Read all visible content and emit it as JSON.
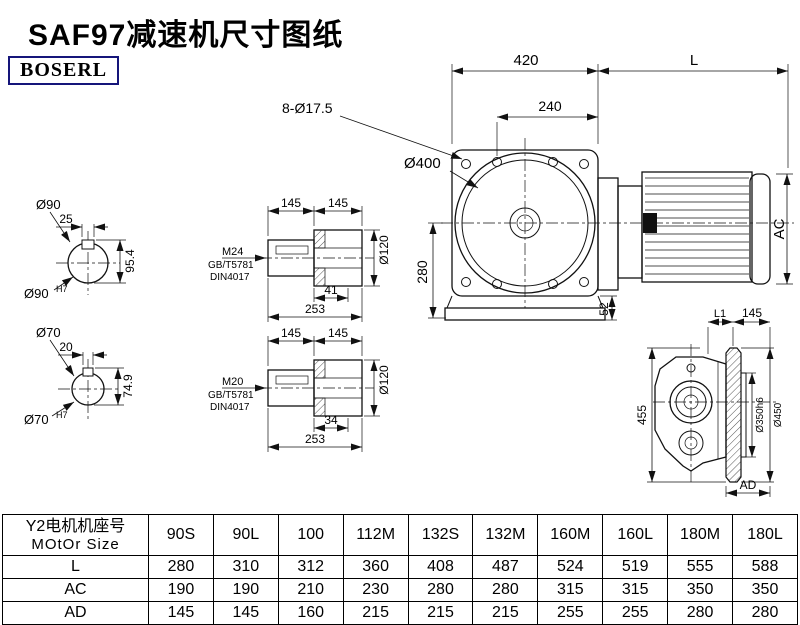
{
  "page": {
    "title": "SAF97减速机尺寸图纸",
    "brand": "BOSERL"
  },
  "drawing": {
    "shaft90": {
      "dia": "Ø90",
      "key_width": "25",
      "height": "95.4",
      "bore_dia": "Ø90",
      "bore_tol": "H7"
    },
    "shaft70": {
      "dia": "Ø70",
      "key_width": "20",
      "height": "74.9",
      "bore_dia": "Ø70",
      "bore_tol": "H7"
    },
    "hollow_m24": {
      "len_a": "145",
      "len_b": "145",
      "dia": "Ø120",
      "thread": "M24",
      "std1": "GB/T5781",
      "std2": "DIN4017",
      "depth": "41",
      "total_len": "253"
    },
    "hollow_m20": {
      "len_a": "145",
      "len_b": "145",
      "dia": "Ø120",
      "thread": "M20",
      "std1": "GB/T5781",
      "std2": "DIN4017",
      "depth": "34",
      "total_len": "253"
    },
    "front": {
      "width": "420",
      "motor_len": "L",
      "bolt_holes": "8-Ø17.5",
      "bolt_pitch": "240",
      "flange_dia": "Ø400",
      "center_height": "280",
      "foot_height": "52",
      "motor_width": "AC"
    },
    "side": {
      "l1": "L1",
      "len": "145",
      "height": "455",
      "spigot_dia": "Ø350h6",
      "flange_dia": "Ø450",
      "ad": "AD"
    }
  },
  "table": {
    "header_cn": "Y2电机机座号",
    "header_en": "MOtOr Size",
    "columns": [
      "90S",
      "90L",
      "100",
      "112M",
      "132S",
      "132M",
      "160M",
      "160L",
      "180M",
      "180L"
    ],
    "rows": [
      {
        "label": "L",
        "values": [
          "280",
          "310",
          "312",
          "360",
          "408",
          "487",
          "524",
          "519",
          "555",
          "588"
        ]
      },
      {
        "label": "AC",
        "values": [
          "190",
          "190",
          "210",
          "230",
          "280",
          "280",
          "315",
          "315",
          "350",
          "350"
        ]
      },
      {
        "label": "AD",
        "values": [
          "145",
          "145",
          "160",
          "215",
          "215",
          "215",
          "255",
          "255",
          "280",
          "280"
        ]
      }
    ]
  }
}
